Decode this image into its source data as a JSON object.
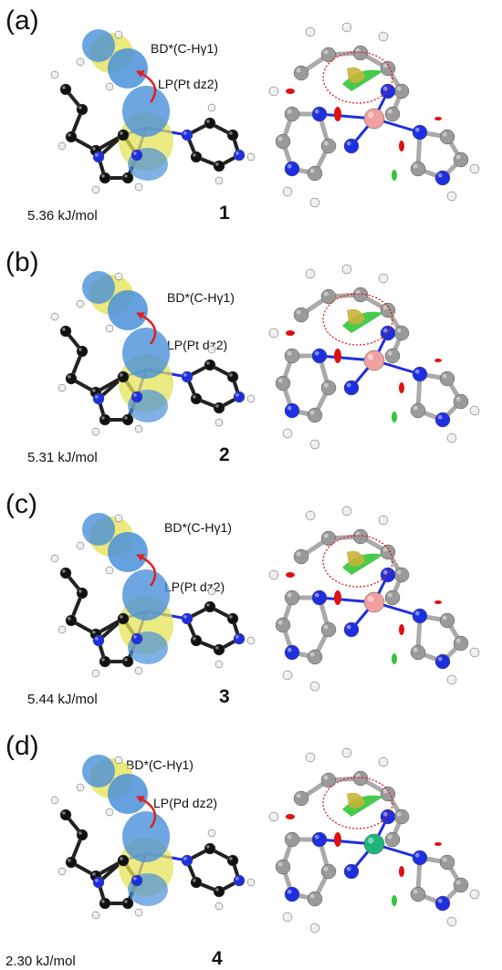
{
  "panels": [
    {
      "label": "(a)",
      "energy": "5.36 kJ/mol",
      "compound": "1",
      "bd_label": "BD*(C-Hγ1)",
      "lp_label": "LP(Pt dz2)",
      "metal": "Pt",
      "metal_color": "#f0a0a0"
    },
    {
      "label": "(b)",
      "energy": "5.31 kJ/mol",
      "compound": "2",
      "bd_label": "BD*(C-Hγ1)",
      "lp_label": "LP(Pt dz2)",
      "metal": "Pt",
      "metal_color": "#f0a0a0"
    },
    {
      "label": "(c)",
      "energy": "5.44 kJ/mol",
      "compound": "3",
      "bd_label": "BD*(C-Hγ1)",
      "lp_label": "LP(Pt dz2)",
      "metal": "Pt",
      "metal_color": "#f0a0a0"
    },
    {
      "label": "(d)",
      "energy": "2.30 kJ/mol",
      "compound": "4",
      "bd_label": "BD*(C-Hγ1)",
      "lp_label": "LP(Pd dz2)",
      "metal": "Pd",
      "metal_color": "#1fb57a"
    }
  ],
  "colors": {
    "orbital_blue": "#4a90d9",
    "orbital_yellow": "#e6e35a",
    "carbon_black": "#111111",
    "carbon_gray": "#9a9a9a",
    "nitrogen": "#1e2fe0",
    "hydrogen": "#eeeeee",
    "arrow": "#e0201e",
    "nci_green": "#35c43a",
    "nci_red": "#e01010",
    "circle": "#e01a1a"
  }
}
